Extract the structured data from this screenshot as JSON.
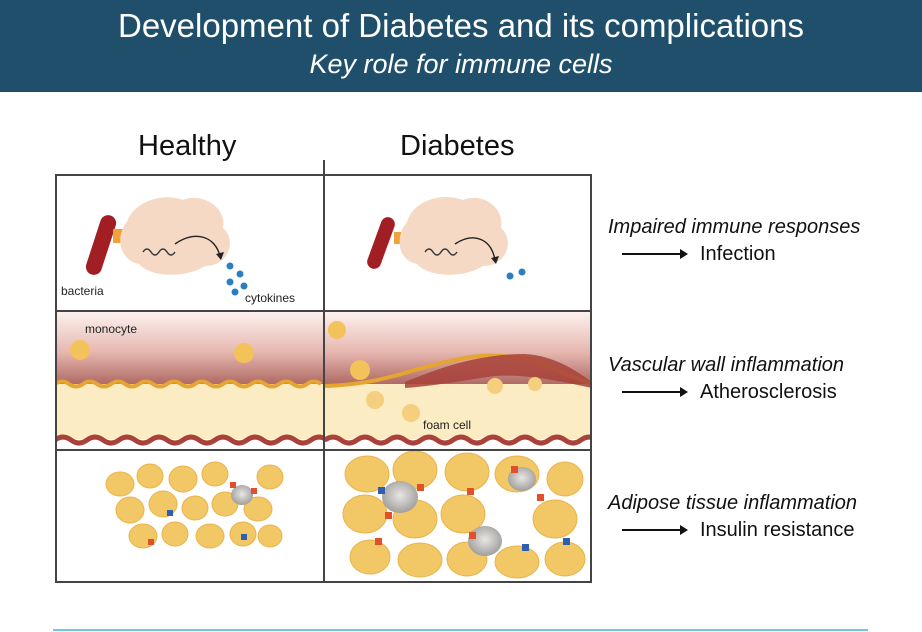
{
  "header": {
    "title": "Development of Diabetes and its complications",
    "subtitle": "Key role for immune cells"
  },
  "columns": {
    "healthy": "Healthy",
    "diabetes": "Diabetes"
  },
  "panel_labels": {
    "bacteria": "bacteria",
    "cytokines": "cytokines",
    "monocyte": "monocyte",
    "foam_cell": "foam cell"
  },
  "outcomes": [
    {
      "cause": "Impaired immune responses",
      "effect": "Infection"
    },
    {
      "cause": "Vascular wall inflammation",
      "effect": "Atherosclerosis"
    },
    {
      "cause": "Adipose tissue inflammation",
      "effect": "Insulin resistance"
    }
  ],
  "colors": {
    "header_bg": "#1f4f6b",
    "footer_line": "#6ec6e8",
    "bacteria": "#a11f24",
    "cell": "#f6d9c4",
    "cytokine": "#2b7fc0",
    "adipocyte": "#f2c766",
    "vessel_wall": "#c9948c"
  }
}
